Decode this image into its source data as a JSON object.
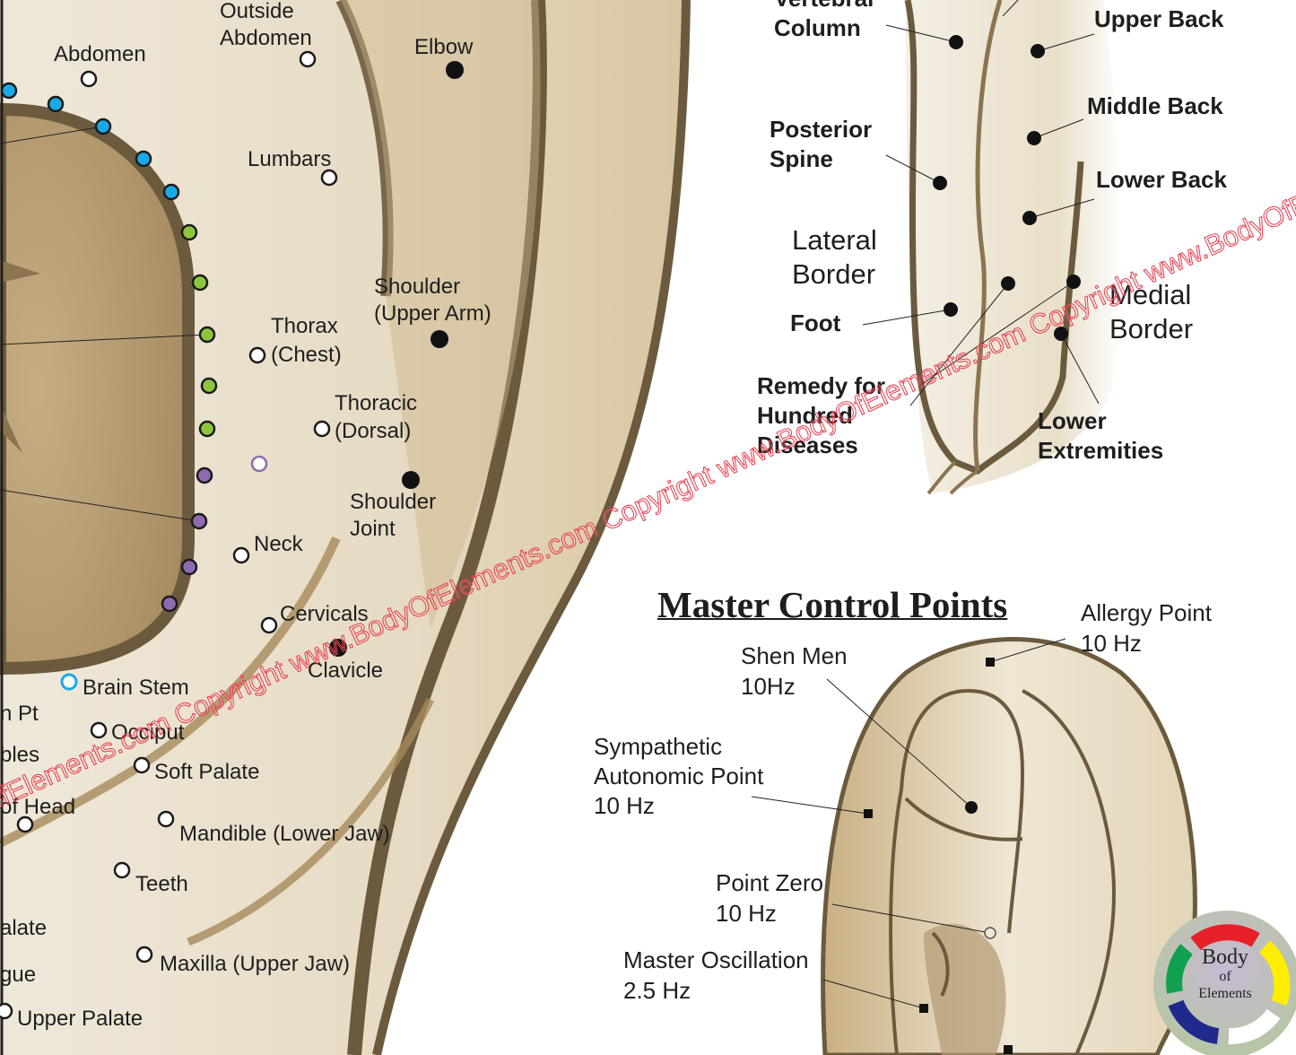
{
  "colors": {
    "ear_fill": "#ece3d2",
    "ear_outline": "#6b5a3e",
    "concha_fill": "#b49a72",
    "dot_blue": "#19a9e6",
    "dot_green": "#8cc63f",
    "dot_purple": "#8e6bb0",
    "watermark": "#e8394a"
  },
  "left_ear": {
    "labels": {
      "outside_abdomen": [
        "Outside",
        "Abdomen"
      ],
      "abdomen": "Abdomen",
      "elbow": "Elbow",
      "lumbars": "Lumbars",
      "shoulder_upper_arm": [
        "Shoulder",
        "(Upper Arm)"
      ],
      "thorax": [
        "Thorax",
        "(Chest)"
      ],
      "thoracic": [
        "Thoracic",
        "(Dorsal)"
      ],
      "shoulder_joint": [
        "Shoulder",
        "Joint"
      ],
      "neck": "Neck",
      "cervicals": "Cervicals",
      "clavicle": "Clavicle",
      "brain_stem": "Brain Stem",
      "partial_pt": "n Pt",
      "occiput": "Occiput",
      "partial_bles": "bles",
      "soft_palate": "Soft Palate",
      "partial_head": "of Head",
      "mandible": "Mandible (Lower Jaw)",
      "teeth": "Teeth",
      "partial_alate": "alate",
      "maxilla": "Maxilla (Upper Jaw)",
      "partial_gue": "gue",
      "upper_palate": "Upper Palate"
    }
  },
  "back_view": {
    "labels": {
      "vertebral_column": [
        "Vertebral",
        "Column"
      ],
      "upper_back": "Upper Back",
      "middle_back": "Middle Back",
      "posterior_spine": [
        "Posterior",
        "Spine"
      ],
      "lower_back": "Lower Back",
      "lateral_border": [
        "Lateral",
        "Border"
      ],
      "foot": "Foot",
      "medial_border": [
        "Medial",
        "Border"
      ],
      "remedy": [
        "Remedy for",
        "Hundred",
        "Diseases"
      ],
      "lower_extremities": [
        "Lower",
        "Extremities"
      ]
    }
  },
  "master_control": {
    "title": "Master Control Points",
    "points": {
      "allergy": [
        "Allergy Point",
        "10 Hz"
      ],
      "shen_men": [
        "Shen Men",
        "10Hz"
      ],
      "sympathetic": [
        "Sympathetic",
        "Autonomic Point",
        "10 Hz"
      ],
      "point_zero": [
        "Point Zero",
        "10 Hz"
      ],
      "master_oscillation": [
        "Master Oscillation",
        "2.5 Hz"
      ]
    }
  },
  "watermark": "ofElements.com Copyright www.BodyOfElements.com Copyright www.BodyOfElements.com Copyright www.BodyOfElements.com Copyright www",
  "logo": {
    "line1": "Body",
    "line2": "of",
    "line3": "Elements"
  }
}
